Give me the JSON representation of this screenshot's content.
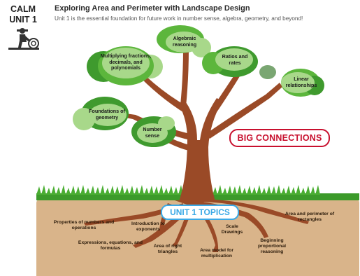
{
  "header": {
    "calm_label": "CALM",
    "unit_label": "UNIT 1",
    "title": "Exploring Area and Perimeter with Landscape Design",
    "subtitle": "Unit 1 is the essential foundation for future work in number sense, algebra, geometry, and beyond!",
    "icon": "landscaper-rolling-sod-icon"
  },
  "big_connections_label": "BIG CONNECTIONS",
  "unit_topics_label": "UNIT 1 TOPICS",
  "connections": [
    {
      "label": "Multiplying fractions, decimals, and polynomials"
    },
    {
      "label": "Algebraic reasoning"
    },
    {
      "label": "Ratios and rates"
    },
    {
      "label": "Linear relationships"
    },
    {
      "label": "Foundations of geometry"
    },
    {
      "label": "Number sense"
    }
  ],
  "topics": [
    {
      "label": "Properties of numbers and operations"
    },
    {
      "label": "Introduction to exponents"
    },
    {
      "label": "Expressions, equations, and formulas"
    },
    {
      "label": "Area of right triangles"
    },
    {
      "label": "Scale Drawings"
    },
    {
      "label": "Area model for multiplication"
    },
    {
      "label": "Beginning proportional reasoning"
    },
    {
      "label": "Area and perimeter of rectangles"
    }
  ],
  "colors": {
    "leaf_dark": "#3f9a2e",
    "leaf_mid": "#5cb63c",
    "leaf_light": "#a8d88a",
    "trunk": "#9a4a27",
    "soil": "#d9b48a",
    "root": "#9a4a27",
    "big_connections": "#c8102e",
    "unit_topics": "#3aa9e6"
  }
}
